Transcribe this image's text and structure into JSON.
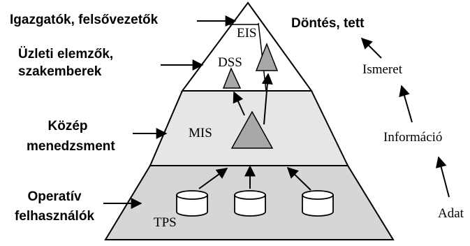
{
  "left_labels": {
    "executives": "Igazgatók, felsővezetők",
    "analysts_1": "Üzleti elemzők,",
    "analysts_2": "szakemberek",
    "middle_1": "Közép",
    "middle_2": "menedzsment",
    "operational_1": "Operatív",
    "operational_2": "felhasználók"
  },
  "layers": {
    "eis": "EIS",
    "dss": "DSS",
    "mis": "MIS",
    "tps": "TPS"
  },
  "hierarchy": {
    "top": "Döntés, tett",
    "knowledge": "Ismeret",
    "information": "Információ",
    "data": "Adat"
  },
  "colors": {
    "top_layer": "#ffffff",
    "mis_layer": "#e6e6e6",
    "tps_layer": "#d6d6d6",
    "triangle_fill": "#a8a8a8",
    "database_fill": "#ffffff",
    "stroke": "#000000"
  }
}
